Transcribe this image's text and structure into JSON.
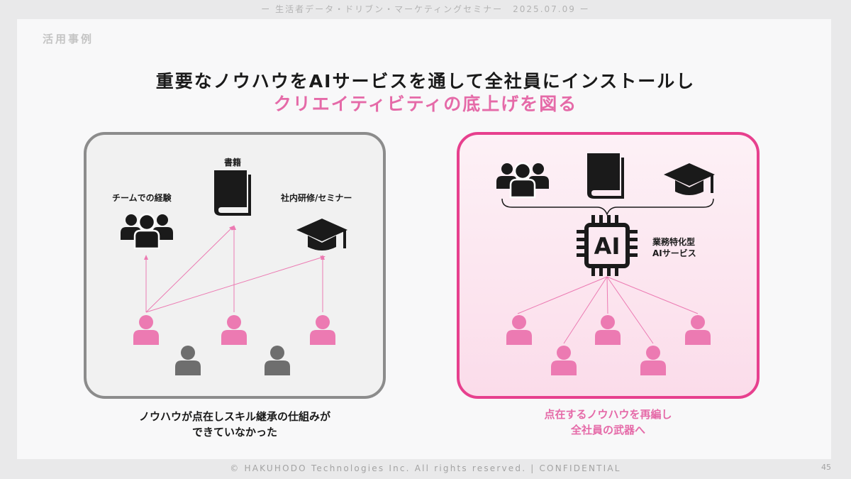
{
  "header": {
    "event_line": "ー 生活者データ・ドリブン・マーケティングセミナー　2025.07.09 ー"
  },
  "section_label": "活用事例",
  "title": {
    "line1": "重要なノウハウをAIサービスを通して全社員にインストールし",
    "line2": "クリエイティビティの底上げを図る"
  },
  "left_panel": {
    "book_label": "書籍",
    "team_label": "チームでの経験",
    "seminar_label": "社内研修/セミナー",
    "caption_line1": "ノウハウが点在しスキル継承の仕組みが",
    "caption_line2": "できていなかった",
    "icons": [
      "team-icon",
      "book-icon",
      "graduation-cap-icon",
      "person-icon"
    ]
  },
  "right_panel": {
    "ai_chip_text": "AI",
    "ai_service_line1": "業務特化型",
    "ai_service_line2": "AIサービス",
    "caption_line1": "点在するノウハウを再編し",
    "caption_line2": "全社員の武器へ",
    "icons": [
      "team-icon",
      "book-icon",
      "graduation-cap-icon",
      "ai-chip-icon",
      "person-icon"
    ]
  },
  "colors": {
    "accent_pink": "#e56aa8",
    "pink_person": "#ec7ab2",
    "gray_person": "#6e6e6e",
    "dark_icon": "#1a1a1a"
  },
  "footer": {
    "copyright": "© HAKUHODO Technologies Inc. All rights reserved. | CONFIDENTIAL",
    "page_number": "45"
  }
}
